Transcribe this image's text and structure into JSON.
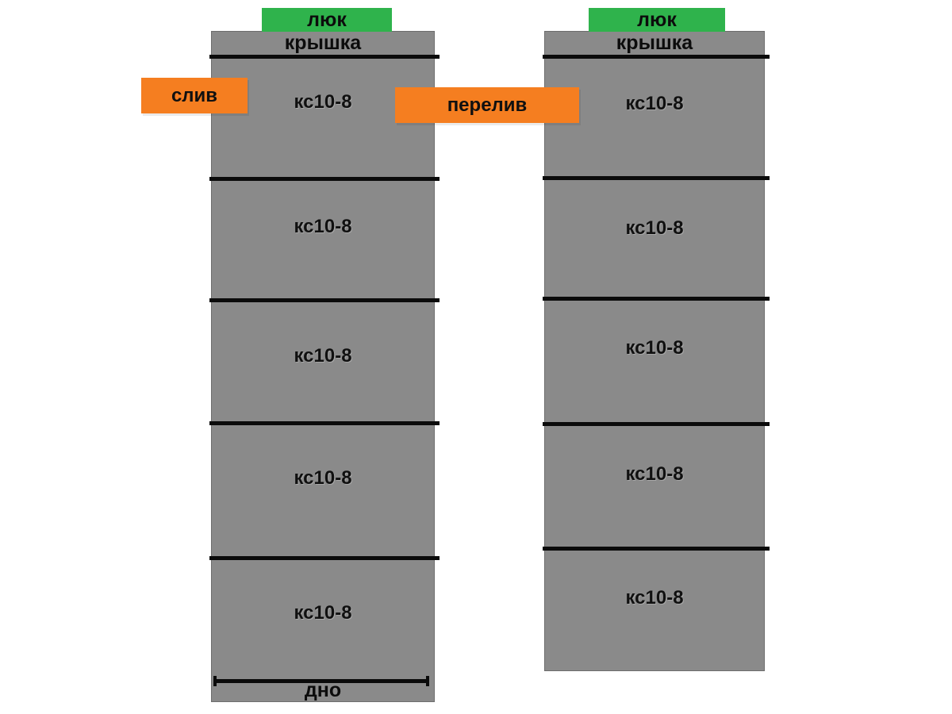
{
  "colors": {
    "concrete_gray": "#8a8a8a",
    "hatch_green": "#2fb34c",
    "pipe_orange": "#f57e20",
    "line_black": "#0b0b0b"
  },
  "wells": [
    {
      "name": "well-1",
      "hatch_label": "люк",
      "cover_label": "крышка",
      "rings": [
        "кс10-8",
        "кс10-8",
        "кс10-8",
        "кс10-8",
        "кс10-8"
      ],
      "bottom_label": "дно"
    },
    {
      "name": "well-2",
      "hatch_label": "люк",
      "cover_label": "крышка",
      "rings": [
        "кс10-8",
        "кс10-8",
        "кс10-8",
        "кс10-8",
        "кс10-8"
      ]
    }
  ],
  "pipes": {
    "drain_label": "слив",
    "overflow_label": "перелив"
  }
}
